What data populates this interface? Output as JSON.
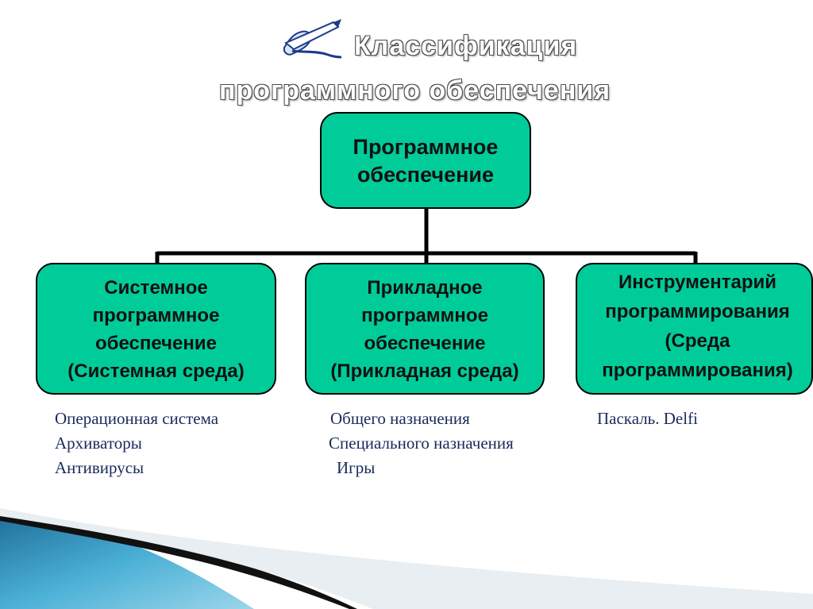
{
  "slide": {
    "title_line1": "Классификация",
    "title_line2": "программного обеспечения",
    "title_icon": "pen-writing-icon"
  },
  "diagram": {
    "root": {
      "line1": "Программное",
      "line2": "обеспечение"
    },
    "children": [
      {
        "lines": [
          "Системное",
          "программное",
          "обеспечение",
          "(Системная среда)"
        ],
        "examples": [
          "Операционная система",
          "Архиваторы",
          "Антивирусы"
        ]
      },
      {
        "lines": [
          "Прикладное",
          "программное",
          "обеспечение",
          "(Прикладная среда)"
        ],
        "examples": [
          "Общего назначения",
          "Специального назначения",
          "Игры"
        ]
      },
      {
        "lines": [
          "Инструментарий",
          "программирования",
          "(Среда",
          "программирования)"
        ],
        "examples": [
          "Паскаль. Delfi"
        ]
      }
    ]
  },
  "colors": {
    "box_fill": "#00cc99",
    "box_border": "#000000",
    "list_text": "#1a2a5a",
    "decor_blue": "#2f8fb8"
  }
}
